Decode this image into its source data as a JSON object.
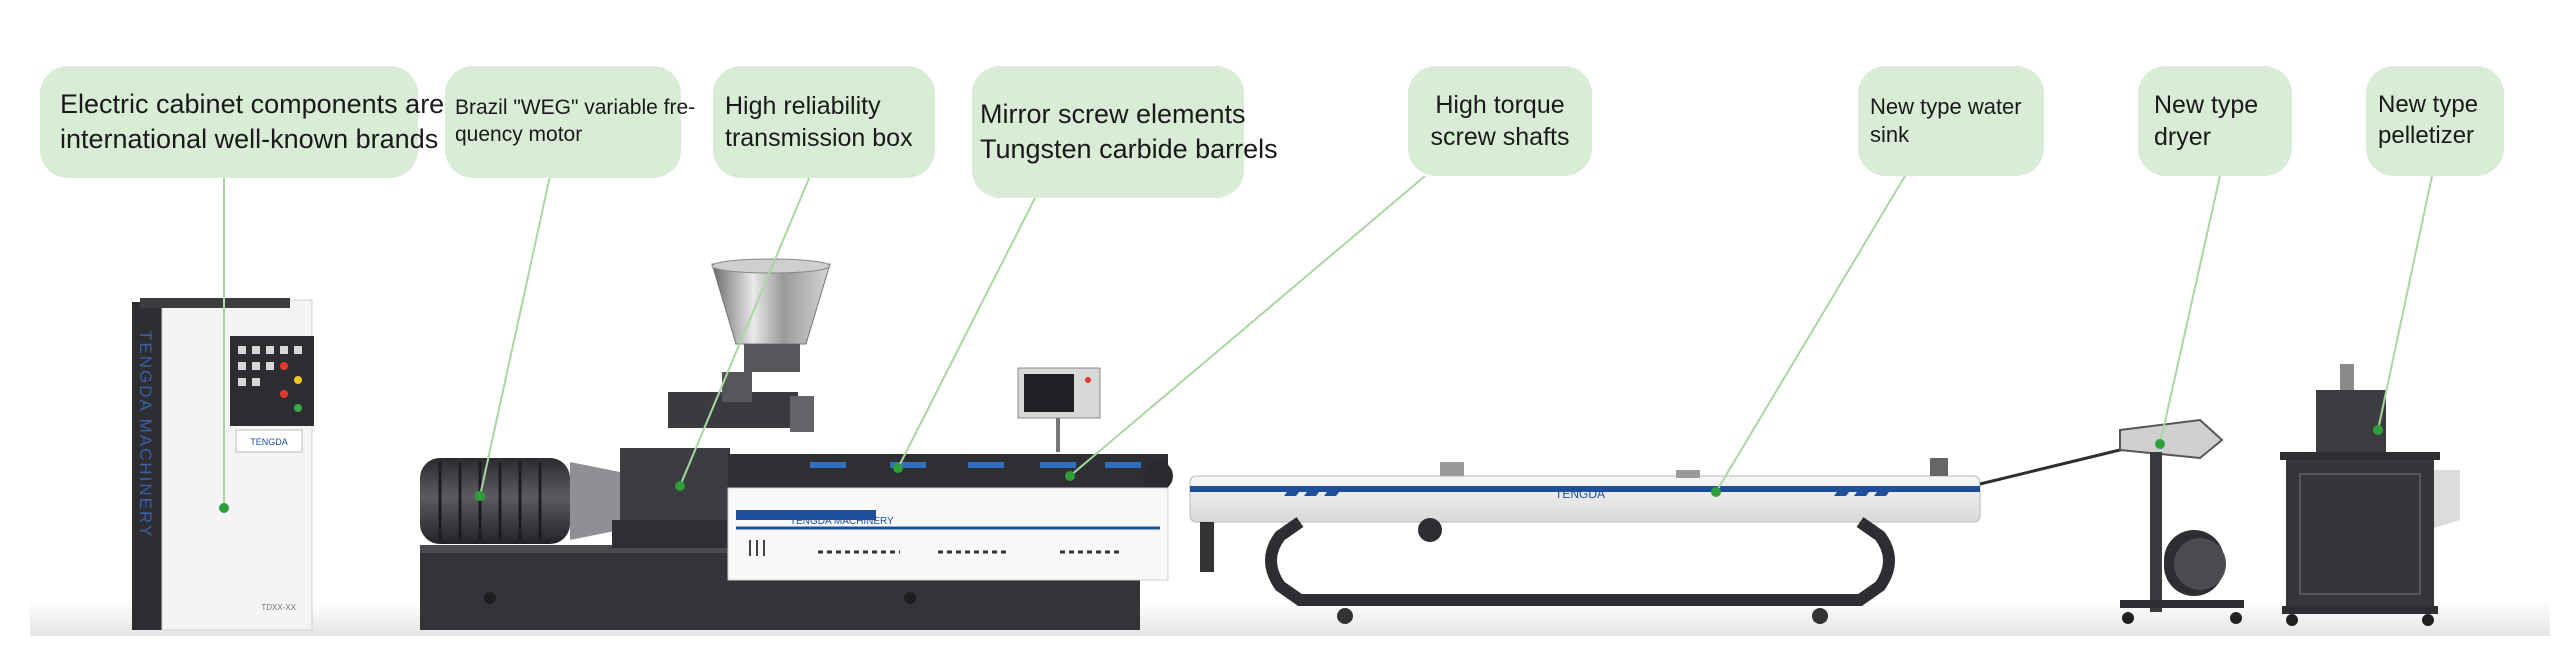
{
  "labels": {
    "cabinet": [
      "Electric cabinet components are",
      "international well-known brands"
    ],
    "motor": [
      "Brazil \"WEG\" variable fre-",
      "quency motor"
    ],
    "gearbox": [
      "High reliability",
      "transmission box"
    ],
    "screw": [
      "Mirror screw elements",
      "Tungsten carbide barrels"
    ],
    "shafts": [
      "High torque",
      "screw shafts"
    ],
    "sink": [
      "New type water",
      "sink"
    ],
    "dryer": [
      "New type",
      "dryer"
    ],
    "pelletizer": [
      "New type",
      "pelletizer"
    ]
  },
  "machine_text": {
    "cabinet_vertical": "TENGDA MACHINERY",
    "cabinet_panel": "TENGDA",
    "cabinet_small": "TDXX-XX",
    "extruder": "TENGDA MACHINERY",
    "sink": "TENGDA"
  },
  "colors": {
    "bubble": "#d8ecd6",
    "leader": "#a8d8a0",
    "dot": "#2e9e3a",
    "machine_dark": "#3a3b3e",
    "brand_blue": "#1d4f9c"
  }
}
